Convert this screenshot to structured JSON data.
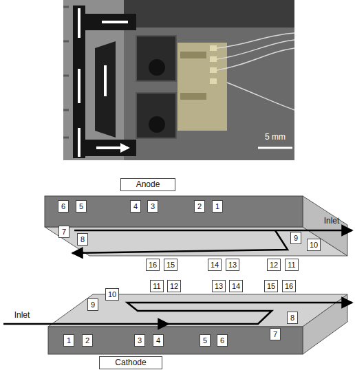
{
  "diagram": {
    "nodes": [
      {
        "text": [
          "Anode"
        ]
      },
      {
        "text": [
          "6"
        ]
      },
      {
        "text": [
          "5"
        ]
      },
      {
        "text": [
          "4"
        ]
      },
      {
        "text": [
          "3"
        ]
      },
      {
        "text": [
          "2"
        ]
      },
      {
        "text": [
          "1"
        ]
      },
      {
        "text": [
          "7"
        ]
      },
      {
        "text": [
          "8"
        ]
      },
      {
        "text": [
          "9"
        ]
      },
      {
        "text": [
          "10"
        ]
      },
      {
        "text": [
          "16"
        ]
      },
      {
        "text": [
          "15"
        ]
      },
      {
        "text": [
          "14"
        ]
      },
      {
        "text": [
          "13"
        ]
      },
      {
        "text": [
          "12"
        ]
      },
      {
        "text": [
          "11"
        ]
      },
      {
        "text": [
          "11"
        ]
      },
      {
        "text": [
          "12"
        ]
      },
      {
        "text": [
          "13"
        ]
      },
      {
        "text": [
          "14"
        ]
      },
      {
        "text": [
          "15"
        ]
      },
      {
        "text": [
          "16"
        ]
      },
      {
        "text": [
          "10"
        ]
      },
      {
        "text": [
          "9"
        ]
      },
      {
        "text": [
          "8"
        ]
      },
      {
        "text": [
          "7"
        ]
      },
      {
        "text": [
          "1"
        ]
      },
      {
        "text": [
          "2"
        ]
      },
      {
        "text": [
          "3"
        ]
      },
      {
        "text": [
          "4"
        ]
      },
      {
        "text": [
          "5"
        ]
      },
      {
        "text": [
          "6"
        ]
      },
      {
        "text": [
          "Cathode"
        ]
      }
    ],
    "labels": [
      "5 mm",
      "Inlet",
      "Inlet"
    ]
  }
}
